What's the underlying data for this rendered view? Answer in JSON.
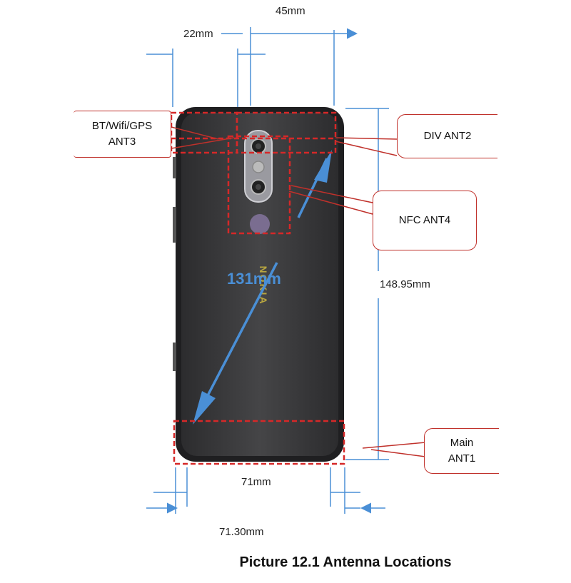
{
  "dimensions": {
    "top_width": "45mm",
    "camera_offset": "22mm",
    "body_width": "71mm",
    "overall_width": "71.30mm",
    "height": "148.95mm",
    "diagonal": "131mm"
  },
  "callouts": {
    "ant3_line1": "BT/Wifi/GPS",
    "ant3_line2": "ANT3",
    "ant2": "DIV ANT2",
    "ant4": "NFC ANT4",
    "ant1_line1": "Main",
    "ant1_line2": "ANT1"
  },
  "brand_mark": "NOKIA",
  "caption": "Picture 12.1 Antenna Locations",
  "colors": {
    "antenna_box": "#d62828",
    "callout_border": "#c0312b",
    "dimension_line": "#4a8fd6",
    "phone_body": "#3b3b3d"
  }
}
